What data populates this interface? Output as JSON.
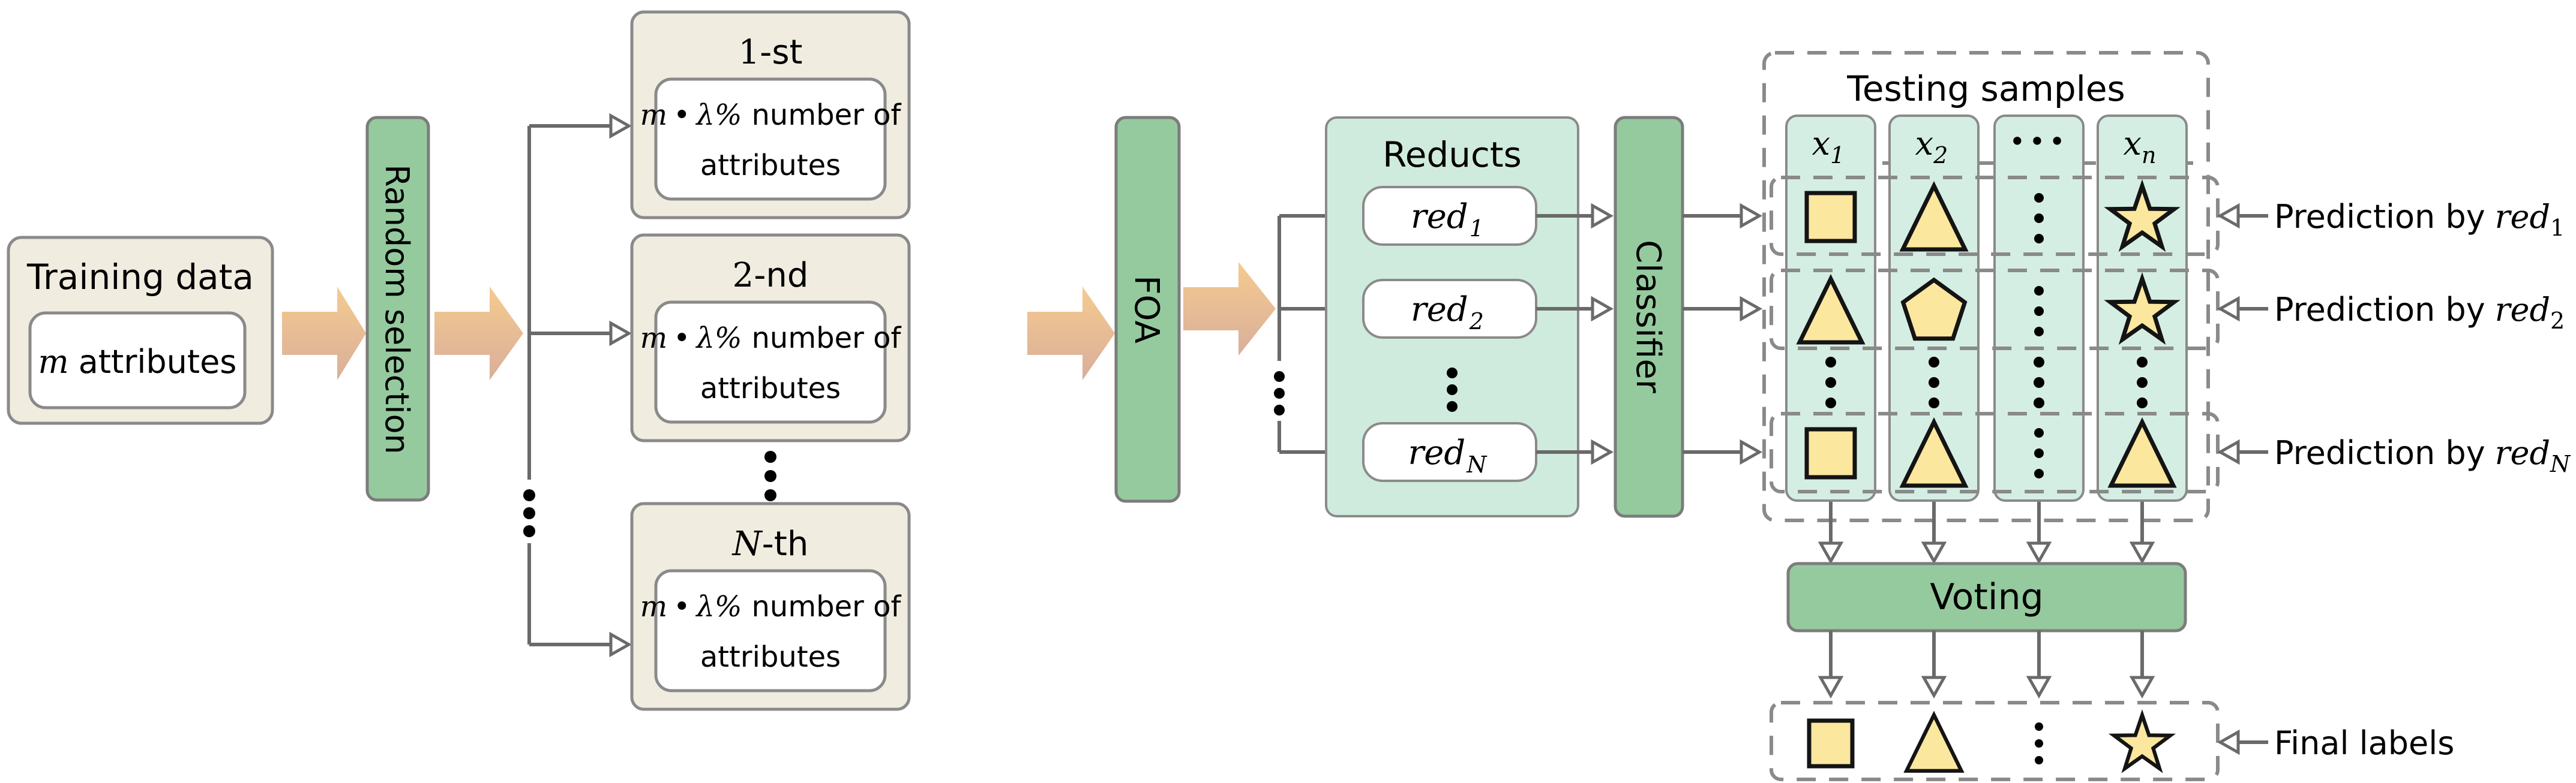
{
  "colors": {
    "beige_box": "#F0ECDF",
    "green_box": "#95CA9E",
    "mint_panel": "#CFEBDD",
    "mint_column": "#D5EEE3",
    "shape_yellow": "#FBE79E",
    "arrow_orange_top": "#F5CB8F",
    "arrow_orange_bottom": "#D9AE9B",
    "connector_gray": "#6A6A6A",
    "border_gray": "#8A8A8A"
  },
  "training": {
    "title": "Training data",
    "attr_math": "m",
    "attr_text": "attributes"
  },
  "random_selection": {
    "label": "Random selection"
  },
  "subsets": {
    "body": {
      "m": "m",
      "dot": "•",
      "lambda": "λ%",
      "line1_rest": "number of",
      "line2": "attributes"
    },
    "items": [
      {
        "ord": "1",
        "suffix": "-st"
      },
      {
        "ord": "2",
        "suffix": "-nd"
      },
      {
        "ord": "N",
        "suffix": "-th"
      }
    ]
  },
  "foa": {
    "label": "FOA"
  },
  "reducts": {
    "title": "Reducts",
    "items": [
      {
        "base": "red",
        "sub": "1"
      },
      {
        "base": "red",
        "sub": "2"
      },
      {
        "base": "red",
        "sub": "N"
      }
    ]
  },
  "classifier": {
    "label": "Classifier"
  },
  "testing": {
    "title": "Testing samples",
    "columns": [
      {
        "base": "x",
        "sub": "1"
      },
      {
        "base": "x",
        "sub": "2"
      },
      {
        "dots": "•••"
      },
      {
        "base": "x",
        "sub": "n"
      }
    ],
    "rows": [
      [
        "square",
        "triangle",
        "vdots",
        "star"
      ],
      [
        "triangle",
        "pentagon",
        "vdots",
        "star"
      ],
      [
        "vdots",
        "vdots",
        "vdots",
        "vdots"
      ],
      [
        "square",
        "triangle",
        "vdots",
        "triangle"
      ]
    ]
  },
  "predictions": [
    {
      "prefix": "Prediction by",
      "base": "red",
      "sub": "1"
    },
    {
      "prefix": "Prediction by",
      "base": "red",
      "sub": "2"
    },
    {
      "prefix": "Prediction by",
      "base": "red",
      "sub": "N"
    }
  ],
  "voting": {
    "label": "Voting"
  },
  "final_row": {
    "shapes": [
      "square",
      "triangle",
      "vdots",
      "star"
    ],
    "label": "Final labels"
  }
}
